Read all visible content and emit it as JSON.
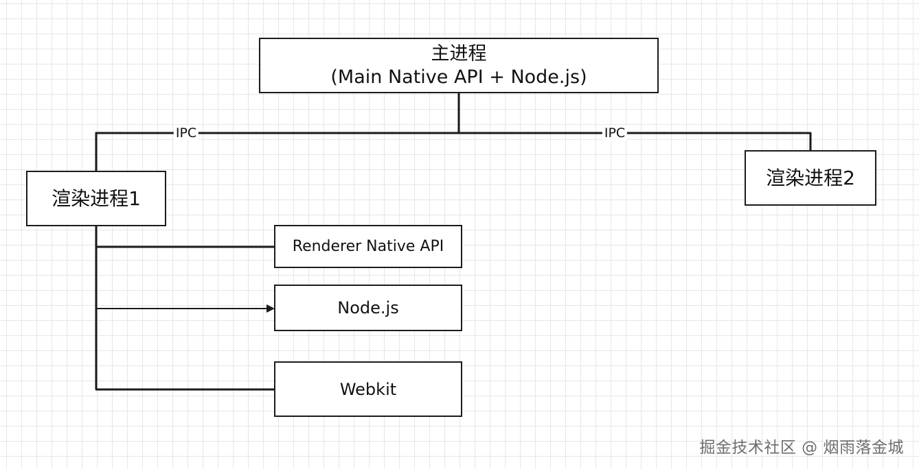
{
  "nodes": {
    "main_process": {
      "line1": "主进程",
      "line2": "(Main Native API + Node.js)"
    },
    "renderer_1": {
      "label": "渲染进程1"
    },
    "renderer_2": {
      "label": "渲染进程2"
    },
    "renderer_native_api": {
      "label": "Renderer Native API"
    },
    "nodejs": {
      "label": "Node.js"
    },
    "webkit": {
      "label": "Webkit"
    }
  },
  "edges": {
    "ipc_left_label": "IPC",
    "ipc_right_label": "IPC"
  },
  "watermark": "掘金技术社区 @ 烟雨落金城",
  "colors": {
    "line": "#1a1a1a",
    "grid": "#e6e6e6",
    "watermark": "#6e6e6e",
    "background": "#ffffff"
  }
}
